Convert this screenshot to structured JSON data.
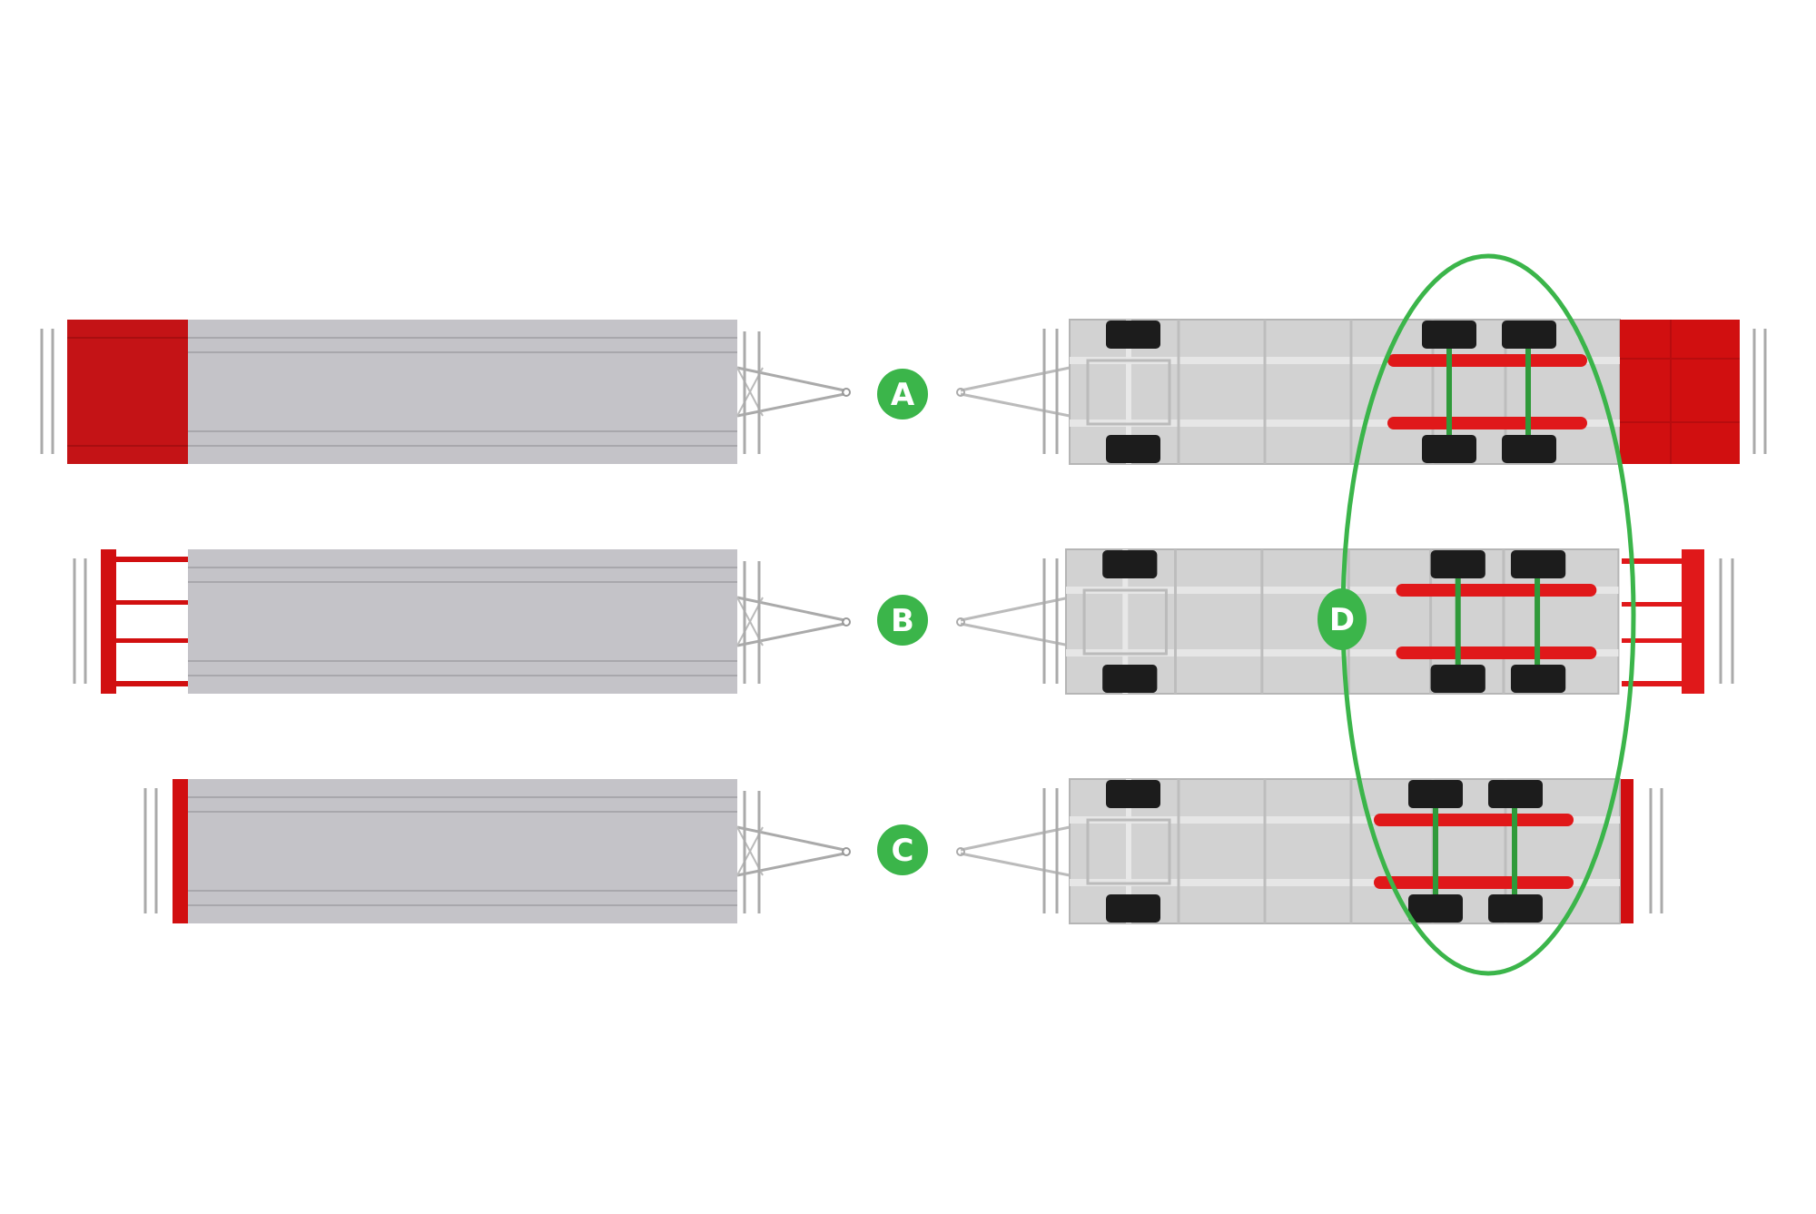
{
  "colors": {
    "deck": "#c4c3c8",
    "chassis": "#cfcfcf",
    "red": "#d10f10",
    "green": "#3bb54a",
    "tire": "#1c1c1c"
  },
  "labels": {
    "a": "A",
    "b": "B",
    "c": "C",
    "d": "D"
  }
}
